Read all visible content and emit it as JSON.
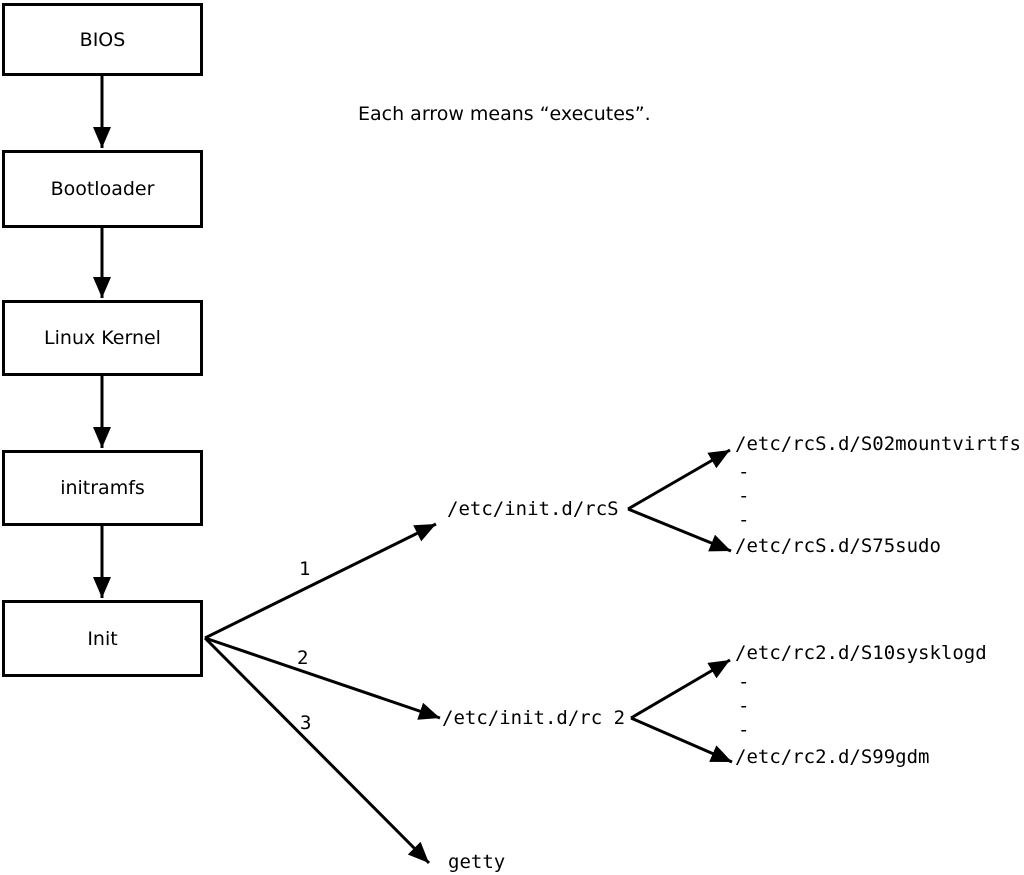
{
  "caption": "Each arrow means “executes”.",
  "colors": {
    "foreground": "#000000",
    "background": "#ffffff"
  },
  "boot_chain": {
    "boxes": [
      {
        "label": "BIOS"
      },
      {
        "label": "Bootloader"
      },
      {
        "label": "Linux Kernel"
      },
      {
        "label": "initramfs"
      },
      {
        "label": "Init"
      }
    ]
  },
  "init_branches": {
    "labels": [
      {
        "text": "1"
      },
      {
        "text": "2"
      },
      {
        "text": "3"
      }
    ],
    "targets": {
      "rcS": "/etc/init.d/rcS",
      "rc2": "/etc/init.d/rc 2",
      "getty": "getty"
    }
  },
  "rcS_children": [
    "/etc/rcS.d/S02mountvirtfs",
    "-",
    "-",
    "-",
    "/etc/rcS.d/S75sudo"
  ],
  "rc2_children": [
    "/etc/rc2.d/S10sysklogd",
    "-",
    "-",
    "-",
    "/etc/rc2.d/S99gdm"
  ]
}
